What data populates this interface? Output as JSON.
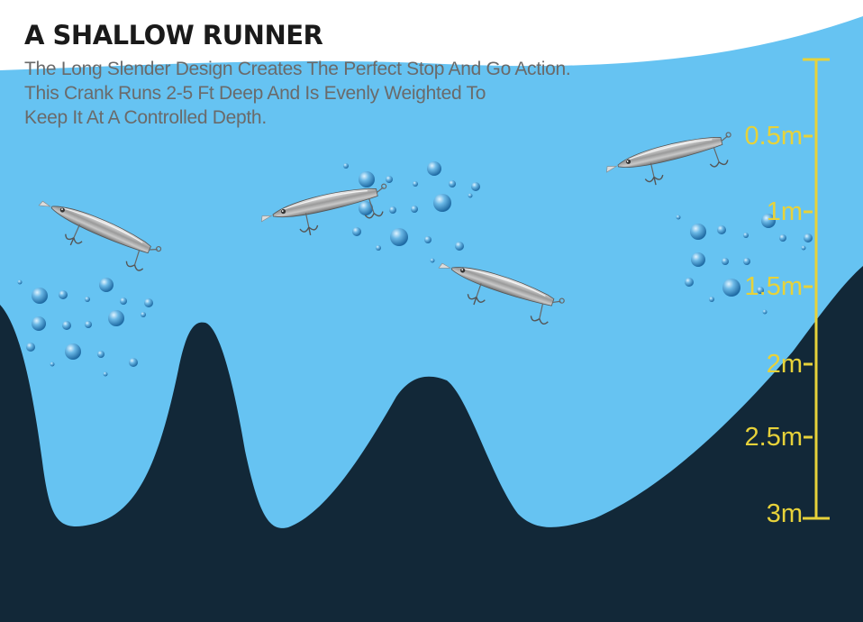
{
  "title": "A SHALLOW RUNNER",
  "description": [
    "The Long Slender Design Creates The Perfect Stop And Go Action.",
    "This Crank Runs 2-5 Ft Deep And Is Evenly Weighted To",
    "Keep It At A Controlled Depth."
  ],
  "depth_scale": {
    "labels": [
      "0.5m",
      "1m",
      "1.5m",
      "2m",
      "2.5m",
      "3m"
    ]
  },
  "colors": {
    "water": "#66c3f2",
    "seabed": "#122838",
    "scale": "#e7d23a",
    "bubble": "#1f78b4"
  },
  "icons": [
    "fishing-lure-icon",
    "bubble-icon"
  ]
}
